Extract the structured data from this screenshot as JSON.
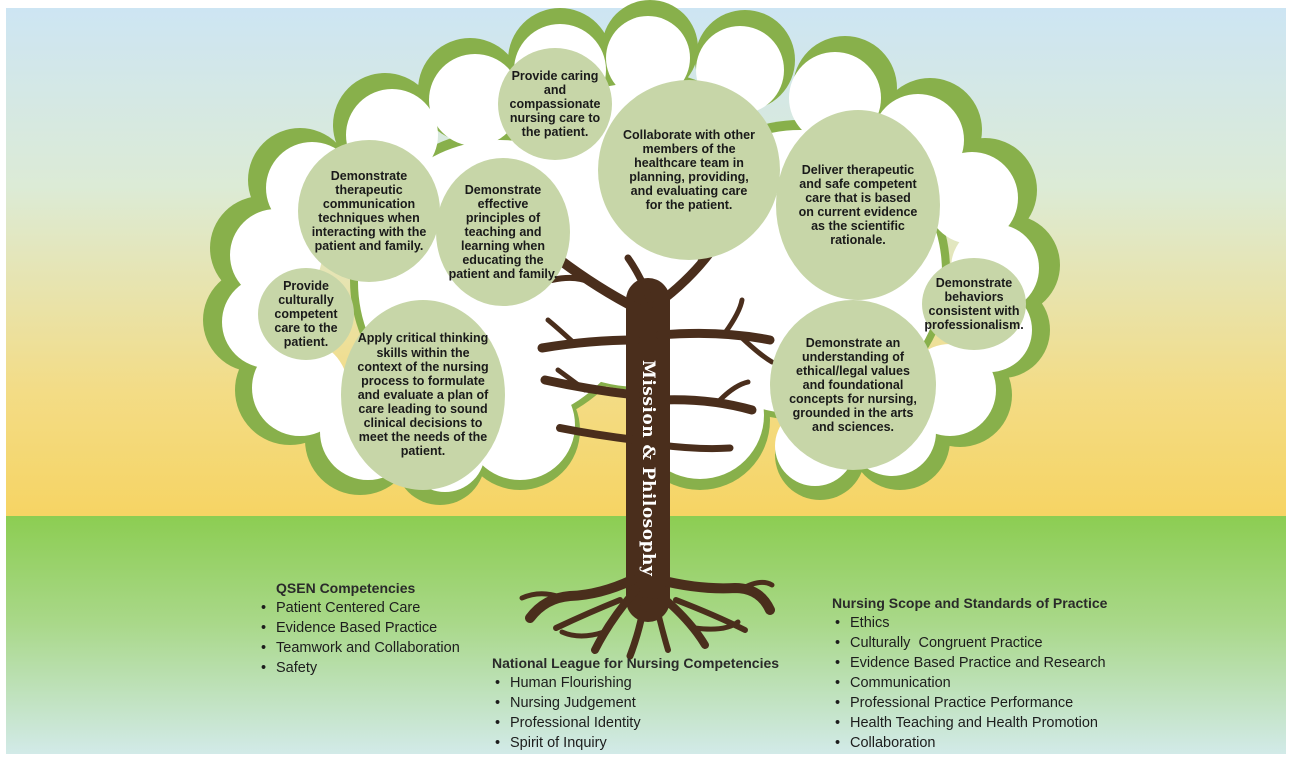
{
  "trunk_label": "Mission & Philosophy",
  "bubbles": [
    {
      "id": "caring",
      "text": "Provide caring and compassionate nursing care to the patient."
    },
    {
      "id": "collaborate",
      "text": "Collaborate with other members of the healthcare team in planning, providing, and evaluating care for the patient."
    },
    {
      "id": "therapeutic-comm",
      "text": "Demonstrate therapeutic communication techniques when interacting with the patient and family."
    },
    {
      "id": "teaching",
      "text": "Demonstrate effective principles of teaching and learning when educating the patient and family."
    },
    {
      "id": "safe-care",
      "text": "Deliver therapeutic and safe competent care that is based on current evidence as the scientific rationale."
    },
    {
      "id": "cultural",
      "text": "Provide culturally competent care to the patient."
    },
    {
      "id": "critical-thinking",
      "text": "Apply critical thinking skills within the context of the nursing process to formulate and evaluate a plan of care leading to sound clinical decisions to meet the needs of the patient."
    },
    {
      "id": "ethical",
      "text": "Demonstrate an understanding of ethical/legal values and foundational concepts for nursing, grounded in the arts and sciences."
    },
    {
      "id": "professionalism",
      "text": "Demonstrate behaviors consistent with professionalism."
    }
  ],
  "qsen": {
    "title": "QSEN Competencies",
    "items": [
      "Patient Centered Care",
      "Evidence Based Practice",
      "Teamwork and Collaboration",
      "Safety"
    ]
  },
  "nln": {
    "title": "National League for Nursing Competencies",
    "items": [
      "Human Flourishing",
      "Nursing Judgement",
      "Professional Identity",
      "Spirit of Inquiry"
    ]
  },
  "scope": {
    "title": "Nursing Scope and Standards of Practice",
    "items": [
      "Ethics",
      "Culturally  Congruent Practice",
      "Evidence Based Practice and Research",
      "Communication",
      "Professional Practice Performance",
      "Health Teaching and Health Promotion",
      "Collaboration"
    ]
  },
  "colors": {
    "sky_top": "#cfe6f2",
    "sky_bottom": "#f7d86e",
    "grass_top": "#8fcf56",
    "grass_bottom": "#cfe8e6",
    "canopy_outline": "#88b04b",
    "bubble_fill": "#c7d6a8",
    "trunk": "#4a2e1c"
  }
}
